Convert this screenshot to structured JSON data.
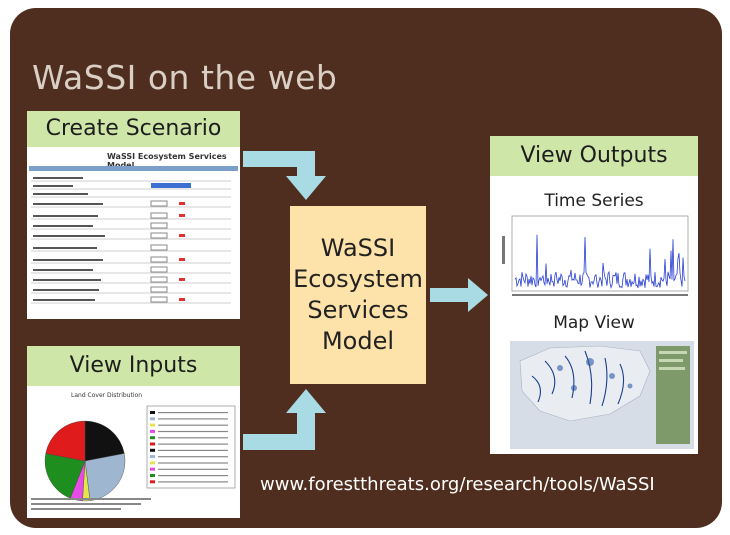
{
  "slide": {
    "title": "WaSSI on the web",
    "url": "www.forestthreats.org/research/tools/WaSSI"
  },
  "panels": {
    "create": {
      "heading": "Create Scenario",
      "screen_title": "WaSSI Ecosystem Services Model"
    },
    "inputs": {
      "heading": "View Inputs",
      "pie_title": "Land Cover Distribution"
    },
    "outputs": {
      "heading": "View Outputs",
      "chart_title": "Time Series",
      "map_title": "Map View"
    }
  },
  "center": {
    "lines": [
      "WaSSI",
      "Ecosystem",
      "Services",
      "Model"
    ]
  },
  "colors": {
    "background": "#4f2e1f",
    "panel_header": "#cfe6a9",
    "center_box": "#fde2a9",
    "arrow": "#a9dbe4"
  },
  "pie": {
    "colors": [
      "#111111",
      "#9fb6d0",
      "#e6e64b",
      "#e64be6",
      "#1e8f1e",
      "#e01b1b"
    ]
  }
}
